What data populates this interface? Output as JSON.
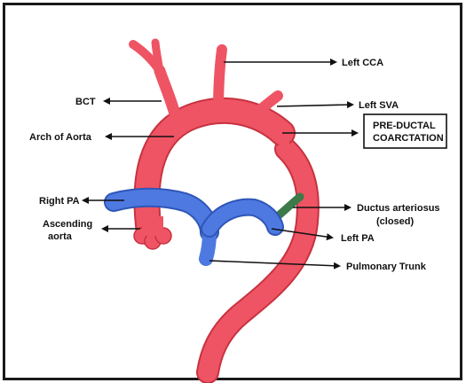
{
  "labels": {
    "left_cca": "Left CCA",
    "bct": "BCT",
    "left_sva": "Left SVA",
    "arch_of_aorta": "Arch of Aorta",
    "pre_ductal_coarctation_line1": "PRE-DUCTAL",
    "pre_ductal_coarctation_line2": "COARCTATION",
    "right_pa": "Right PA",
    "ascending_aorta_line1": "Ascending",
    "ascending_aorta_line2": "aorta",
    "ductus_arteriosus_line1": "Ductus arteriosus",
    "ductus_arteriosus_line2": "(closed)",
    "left_pa": "Left PA",
    "pulmonary_trunk": "Pulmonary Trunk"
  },
  "colors": {
    "aorta": "#ee5464",
    "aorta_outline": "#c8323f",
    "pulmonary": "#4d79e0",
    "pulmonary_outline": "#2f56b8",
    "ductus": "#3c7a4a",
    "border": "#1a1a1a"
  }
}
